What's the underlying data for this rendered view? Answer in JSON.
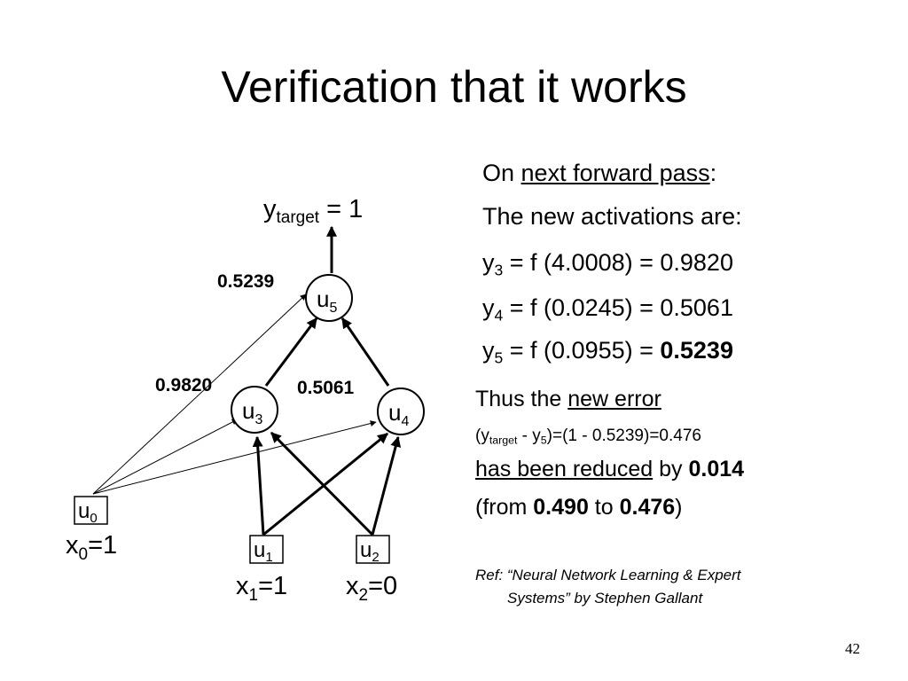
{
  "slide": {
    "title": "Verification that it works",
    "page_number": "42"
  },
  "diagram": {
    "target_label": {
      "y": "y",
      "sub": "target",
      "rest": " = 1"
    },
    "weights": {
      "w_u0_u5": "0.5239",
      "w_u3": "0.9820",
      "w_u4": "0.5061"
    },
    "nodes": {
      "u5": {
        "letter": "u",
        "sub": "5"
      },
      "u3": {
        "letter": "u",
        "sub": "3"
      },
      "u4": {
        "letter": "u",
        "sub": "4"
      },
      "u0": {
        "letter": "u",
        "sub": "0"
      },
      "u1": {
        "letter": "u",
        "sub": "1"
      },
      "u2": {
        "letter": "u",
        "sub": "2"
      }
    },
    "inputs": {
      "x0": {
        "x": "x",
        "sub": "0",
        "val": "=1"
      },
      "x1": {
        "x": "x",
        "sub": "1",
        "val": "=1"
      },
      "x2": {
        "x": "x",
        "sub": "2",
        "val": "=0"
      }
    }
  },
  "info": {
    "line1": {
      "pre": "On ",
      "underlined": "next forward pass",
      "post": ":"
    },
    "line2": "The new activations are:",
    "activations": [
      {
        "y": "y",
        "sub": "3",
        "expr": " = f (4.0008) = ",
        "value": "0.9820"
      },
      {
        "y": "y",
        "sub": "4",
        "expr": " = f (0.0245) = ",
        "value": "0.5061"
      },
      {
        "y": "y",
        "sub": "5",
        "expr": " = f (0.0955) = ",
        "value": "0.5239"
      }
    ],
    "error_line": {
      "pre": "Thus the ",
      "underlined": "new error"
    },
    "error_expr": {
      "p1": "(y",
      "sub1": "target",
      "p2": " - y",
      "sub2": "5",
      "p3": ")=(1 - 0.5239)=0.476"
    },
    "reduced_line": {
      "underlined": "has been reduced",
      "mid": " by ",
      "value": "0.014"
    },
    "from_line": {
      "p1": "(from ",
      "v1": "0.490",
      "p2": " to ",
      "v2": "0.476",
      "p3": ")"
    }
  },
  "reference": {
    "line1": "Ref: “Neural Network Learning & Expert",
    "line2": "Systems” by Stephen Gallant"
  }
}
